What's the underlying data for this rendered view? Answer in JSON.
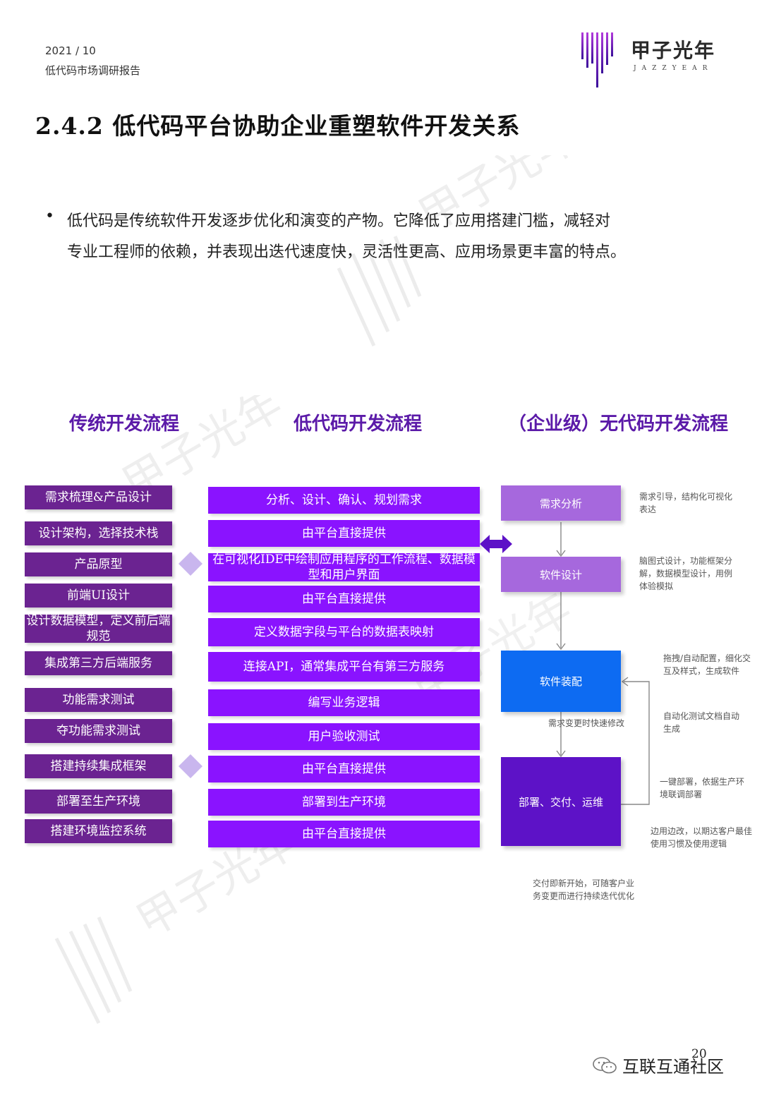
{
  "header": {
    "date": "2021 / 10",
    "report_name": "低代码市场调研报告",
    "logo_cn": "甲子光年",
    "logo_en": "JAZZYEAR"
  },
  "section_title": "2.4.2 低代码平台协助企业重塑软件开发关系",
  "bullet": {
    "marker": "•",
    "lines": [
      "低代码是传统软件开发逐步优化和演变的产物。它降低了应用搭建门槛，减轻对",
      "专业工程师的依赖，并表现出迭代速度快，灵活性更高、应用场景更丰富的特点。"
    ]
  },
  "columns": {
    "traditional": "传统开发流程",
    "lowcode": "低代码开发流程",
    "nocode": "（企业级）无代码开发流程"
  },
  "traditional_steps": [
    "需求梳理&产品设计",
    "设计架构，选择技术栈",
    "产品原型",
    "前端UI设计",
    "设计数据模型，定义前后端规范",
    "集成第三方后端服务",
    "功能需求测试",
    "夺功能需求测试",
    "搭建持续集成框架",
    "部署至生产环境",
    "搭建环境监控系统"
  ],
  "lowcode_steps": [
    "分析、设计、确认、规划需求",
    "由平台直接提供",
    "在可视化IDE中绘制应用程序的工作流程、数据模型和用户界面",
    "由平台直接提供",
    "定义数据字段与平台的数据表映射",
    "连接API，通常集成平台有第三方服务",
    "编写业务逻辑",
    "用户验收测试",
    "由平台直接提供",
    "部署到生产环境",
    "由平台直接提供"
  ],
  "nocode_steps": [
    "需求分析",
    "软件设计",
    "软件装配",
    "部署、交付、运维"
  ],
  "nocode_notes": {
    "analysis": "需求引导，结构化可视化表达",
    "design": "脑图式设计，功能框架分解，数据模型设计，用例体验模拟",
    "assembly": "拖拽/自动配置，细化交互及样式，生成软件",
    "testing": "自动化测试文档自动生成",
    "feedback": "需求变更时快速修改",
    "deploy": "一键部署，依据生产环境联调部署",
    "iterate": "边用边改，以期达客户最佳使用习惯及使用逻辑",
    "delivery": "交付即新开始，可随客户业务变更而进行持续迭代优化"
  },
  "colors": {
    "traditional": "#6b2391",
    "lowcode": "#8a13ff",
    "nc_light": "#a668dd",
    "nc_blue": "#0d6bf2",
    "nc_deep": "#5d12c7",
    "heading": "#5b1aa8"
  },
  "footer": {
    "page": "20",
    "brand": "互联互通社区"
  }
}
